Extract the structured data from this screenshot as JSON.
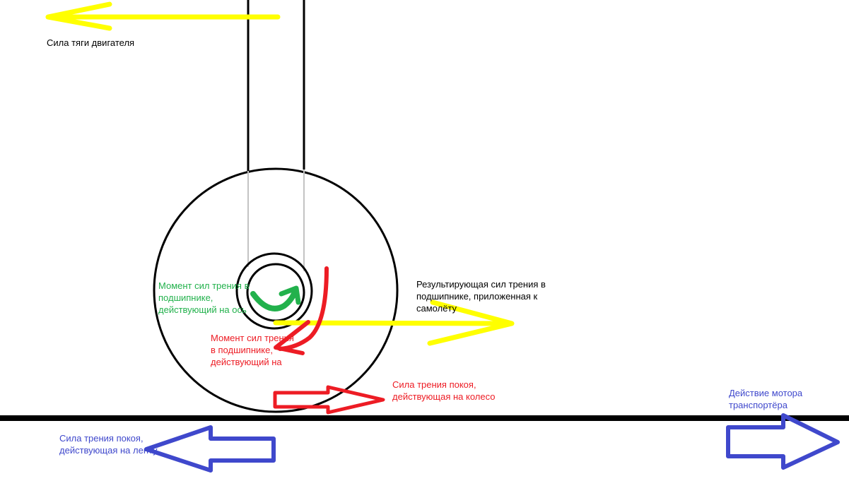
{
  "colors": {
    "ink": "#000000",
    "axle_gray": "#c3c3c3",
    "yellow_force": "#ffff00",
    "green_moment": "#22b14c",
    "red_force": "#ed1c24",
    "blue_force": "#3f48cc"
  },
  "labels": {
    "thrust": "Сила тяги двигателя",
    "bearing_moment_axle": "Момент сил трения в подшипнике, действующий на ось",
    "resultant_friction": "Результирующая сил трения в подшипнике, приложенная к самолёту",
    "bearing_moment_wheel": "Момент сил трения в подшипнике, действующий на",
    "static_friction_wheel": "Сила трения покоя, действующая на колесо",
    "static_friction_belt": "Сила трения покоя, действующая на ленту",
    "conveyor_motor": "Действие мотора транспортёра"
  }
}
